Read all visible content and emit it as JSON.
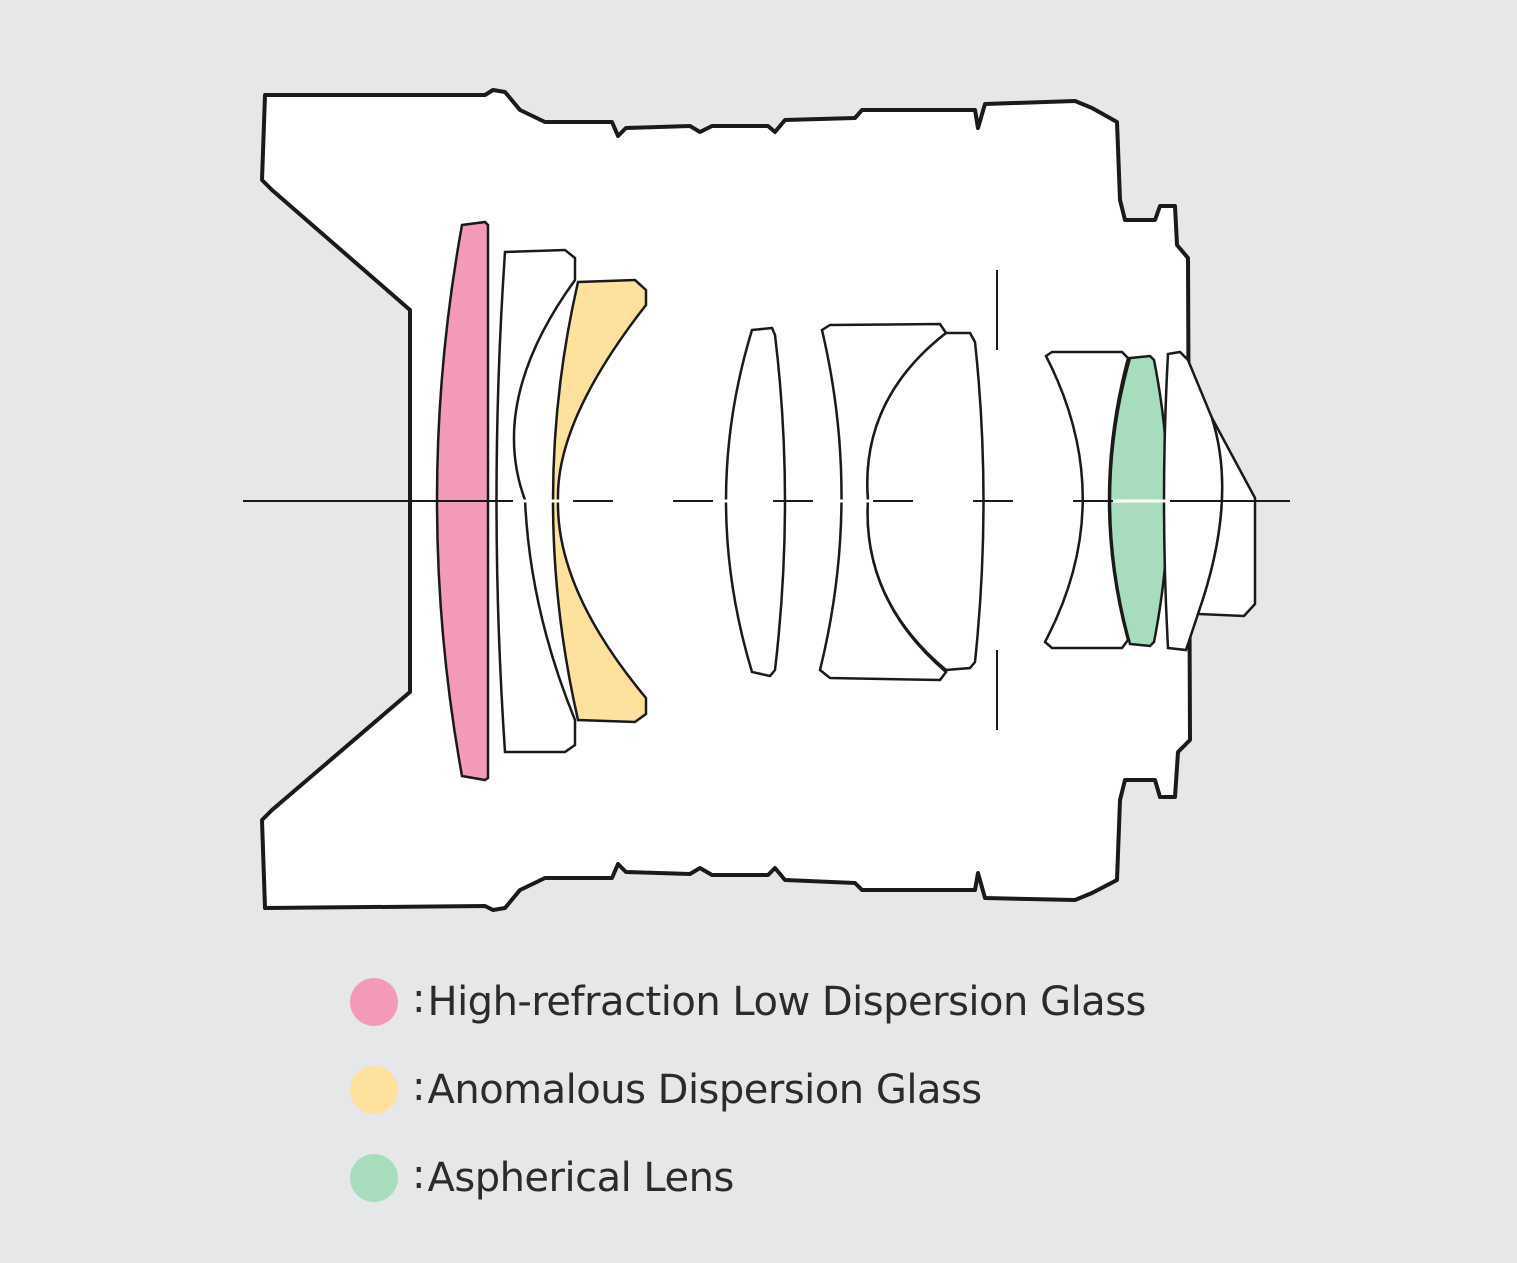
{
  "diagram": {
    "colors": {
      "background": "#e6e7e9",
      "barrel_fill": "#ffffff",
      "outline": "#1a1a1a"
    },
    "elements": [
      {
        "name": "element-1",
        "glass": "high-refraction-low-dispersion",
        "color": "#f39bb6"
      },
      {
        "name": "element-2",
        "glass": "standard",
        "color": "#ffffff"
      },
      {
        "name": "element-3",
        "glass": "anomalous-dispersion",
        "color": "#fde19d"
      },
      {
        "name": "element-4",
        "glass": "standard",
        "color": "#ffffff"
      },
      {
        "name": "element-5",
        "glass": "standard",
        "color": "#ffffff"
      },
      {
        "name": "element-6",
        "glass": "standard",
        "color": "#ffffff"
      },
      {
        "name": "element-7",
        "glass": "standard",
        "color": "#ffffff"
      },
      {
        "name": "element-8",
        "glass": "aspherical",
        "color": "#a7dcbd"
      },
      {
        "name": "element-9",
        "glass": "standard",
        "color": "#ffffff"
      },
      {
        "name": "element-10",
        "glass": "standard",
        "color": "#ffffff"
      }
    ]
  },
  "legend": {
    "separator": ":",
    "items": [
      {
        "label": "High-refraction Low Dispersion Glass",
        "color": "#f39bb6"
      },
      {
        "label": "Anomalous Dispersion Glass",
        "color": "#fde19d"
      },
      {
        "label": "Aspherical Lens",
        "color": "#a7dcbd"
      }
    ]
  }
}
